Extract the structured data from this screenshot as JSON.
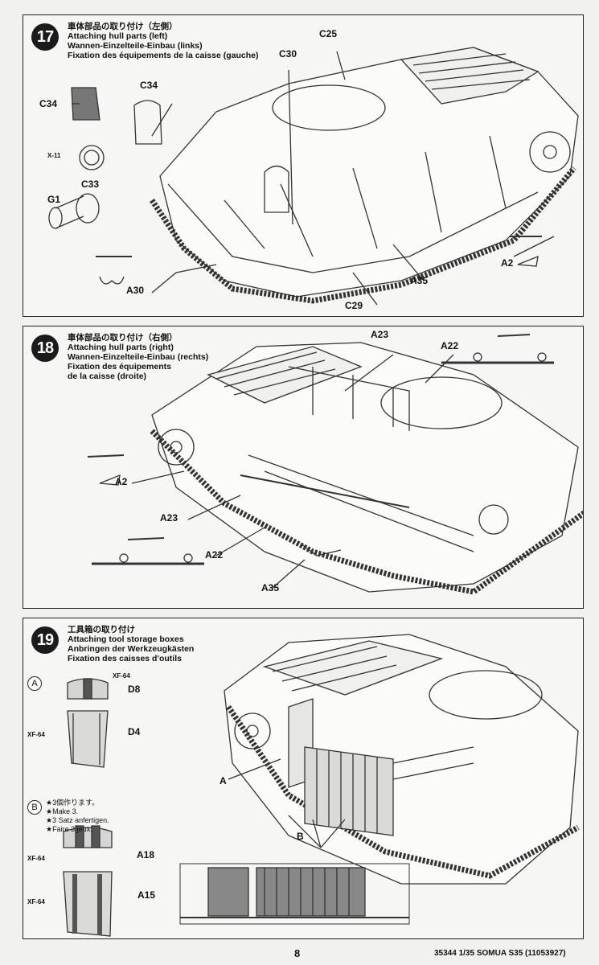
{
  "steps": [
    {
      "number": "17",
      "title_jp": "車体部品の取り付け（左側）",
      "title_en": "Attaching hull parts (left)",
      "title_de": "Wannen-Einzelteile-Einbau (links)",
      "title_fr": "Fixation des équipements de la caisse (gauche)",
      "parts": [
        "C25",
        "C30",
        "C34",
        "C34",
        "X-11",
        "C33",
        "G1",
        "A30",
        "A2",
        "A35",
        "C29"
      ]
    },
    {
      "number": "18",
      "title_jp": "車体部品の取り付け（右側）",
      "title_en": "Attaching hull parts (right)",
      "title_de": "Wannen-Einzelteile-Einbau (rechts)",
      "title_fr1": "Fixation des équipements",
      "title_fr2": "de la caisse (droite)",
      "parts": [
        "A23",
        "A22",
        "A2",
        "A23",
        "A22",
        "A35"
      ]
    },
    {
      "number": "19",
      "title_jp": "工具箱の取り付け",
      "title_en": "Attaching tool storage boxes",
      "title_de": "Anbringen der Werkzeugkästen",
      "title_fr": "Fixation des caisses d'outils",
      "sub_a": "A",
      "sub_b": "B",
      "parts": [
        "XF-64",
        "D8",
        "XF-64",
        "D4",
        "XF-64",
        "A18",
        "XF-64",
        "A15",
        "A",
        "B"
      ],
      "note": [
        "★3個作ります。",
        "★Make 3.",
        "★3 Satz anfertigen.",
        "★Faire 3 jeux."
      ]
    }
  ],
  "page_number": "8",
  "footer": "35344  1/35 SOMUA S35 (11053927)"
}
